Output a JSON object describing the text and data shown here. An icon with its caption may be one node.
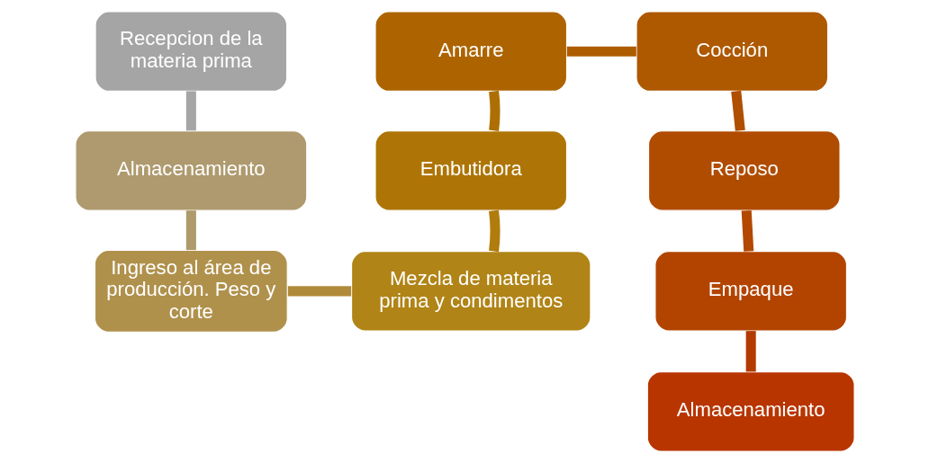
{
  "diagram": {
    "nodes": [
      {
        "text": [
          "Recepcion de la materia prima"
        ]
      },
      {
        "text": [
          "Almacenamiento"
        ]
      },
      {
        "text": [
          "Ingreso al área de producción. Peso y corte"
        ]
      },
      {
        "text": [
          "Mezcla de materia prima y condimentos"
        ]
      },
      {
        "text": [
          "Embutidora"
        ]
      },
      {
        "text": [
          "Amarre"
        ]
      },
      {
        "text": [
          "Cocción"
        ]
      },
      {
        "text": [
          "Reposo"
        ]
      },
      {
        "text": [
          "Empaque"
        ]
      },
      {
        "text": [
          "Almacenamiento"
        ]
      }
    ],
    "edges": [
      {
        "from": 0,
        "to": 1,
        "arrow": "none",
        "color": "#a5a5a5"
      },
      {
        "from": 1,
        "to": 2,
        "arrow": "none",
        "color": "#ae9a6a"
      },
      {
        "from": 2,
        "to": 3,
        "arrow": "none",
        "color": "#b08a38"
      },
      {
        "from": 3,
        "to": 4,
        "arrow": "none",
        "color": "#b07c0c"
      },
      {
        "from": 4,
        "to": 5,
        "arrow": "none",
        "color": "#ad6f03"
      },
      {
        "from": 5,
        "to": 6,
        "arrow": "none",
        "color": "#ae5c00"
      },
      {
        "from": 6,
        "to": 7,
        "arrow": "none",
        "color": "#b04e00"
      },
      {
        "from": 7,
        "to": 8,
        "arrow": "none",
        "color": "#b34800"
      },
      {
        "from": 8,
        "to": 9,
        "arrow": "none",
        "color": "#b33a00"
      }
    ]
  }
}
